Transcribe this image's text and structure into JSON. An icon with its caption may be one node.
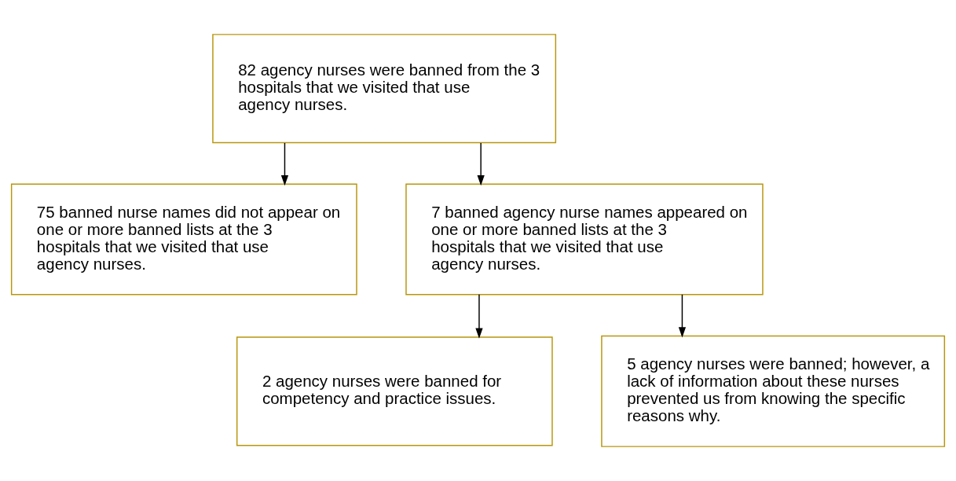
{
  "diagram": {
    "nodes": [
      {
        "text": [
          "82 agency nurses were banned from the 3 hospitals that we visited that use agency nurses."
        ]
      },
      {
        "text": [
          "75 banned nurse names did not appear on one or more banned lists at the 3 hospitals that we visited that use agency nurses."
        ]
      },
      {
        "text": [
          "7 banned agency nurse names appeared on one or more banned lists at the 3 hospitals that we visited that use agency nurses."
        ]
      },
      {
        "text": [
          "2 agency nurses were banned for competency and practice issues."
        ]
      },
      {
        "text": [
          "5 agency nurses were banned; however, a lack of information about these nurses prevented us from knowing the specific reasons why."
        ]
      }
    ],
    "edges": [
      {
        "from": 0,
        "to": 1,
        "arrow": "to"
      },
      {
        "from": 0,
        "to": 2,
        "arrow": "to"
      },
      {
        "from": 2,
        "to": 3,
        "arrow": "to"
      },
      {
        "from": 2,
        "to": 4,
        "arrow": "to"
      }
    ]
  }
}
